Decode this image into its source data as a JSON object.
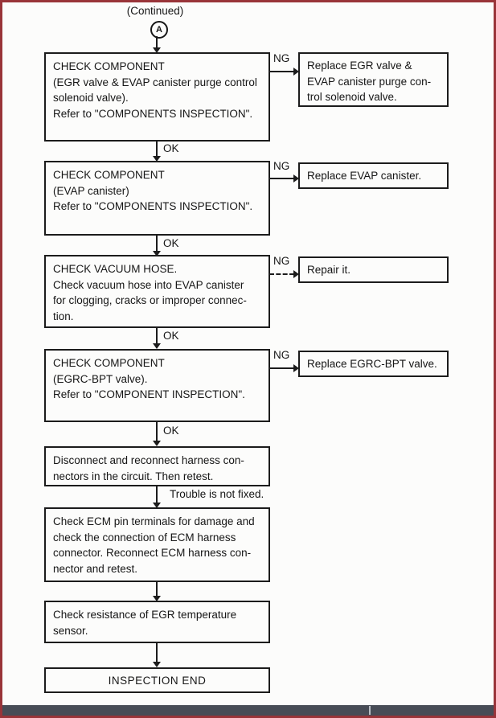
{
  "header": {
    "continued": "(Continued)",
    "connector": "A"
  },
  "labels": {
    "ok": "OK",
    "ng": "NG",
    "trouble_not_fixed": "Trouble is not fixed."
  },
  "flow": {
    "steps": [
      {
        "lines": [
          "CHECK COMPONENT",
          "(EGR valve & EVAP canister purge control",
          "solenoid valve).",
          "Refer to \"COMPONENTS INSPECTION\"."
        ],
        "ng_action": {
          "lines": [
            "Replace EGR valve &",
            "EVAP canister purge con-",
            "trol solenoid valve."
          ]
        }
      },
      {
        "lines": [
          "CHECK COMPONENT",
          "(EVAP canister)",
          "Refer to \"COMPONENTS INSPECTION\"."
        ],
        "ng_action": {
          "lines": [
            "Replace EVAP canister."
          ]
        }
      },
      {
        "lines": [
          "CHECK VACUUM HOSE.",
          "Check vacuum hose into EVAP canister",
          "for clogging, cracks or improper connec-",
          "tion."
        ],
        "ng_action": {
          "lines": [
            "Repair it."
          ]
        }
      },
      {
        "lines": [
          "CHECK COMPONENT",
          "(EGRC-BPT valve).",
          "Refer to \"COMPONENT INSPECTION\"."
        ],
        "ng_action": {
          "lines": [
            "Replace EGRC-BPT valve."
          ]
        }
      },
      {
        "lines": [
          "Disconnect and reconnect harness con-",
          "nectors in the circuit. Then retest."
        ]
      },
      {
        "lines": [
          "Check ECM pin terminals for damage and",
          "check the connection of ECM harness",
          "connector. Reconnect ECM harness con-",
          "nector and retest."
        ]
      },
      {
        "lines": [
          "Check resistance of EGR temperature",
          "sensor."
        ]
      }
    ],
    "end": "INSPECTION END"
  },
  "colors": {
    "frame_border": "#993439",
    "scrollbar_bar": "#474c56",
    "ink": "#1c1c1c"
  }
}
